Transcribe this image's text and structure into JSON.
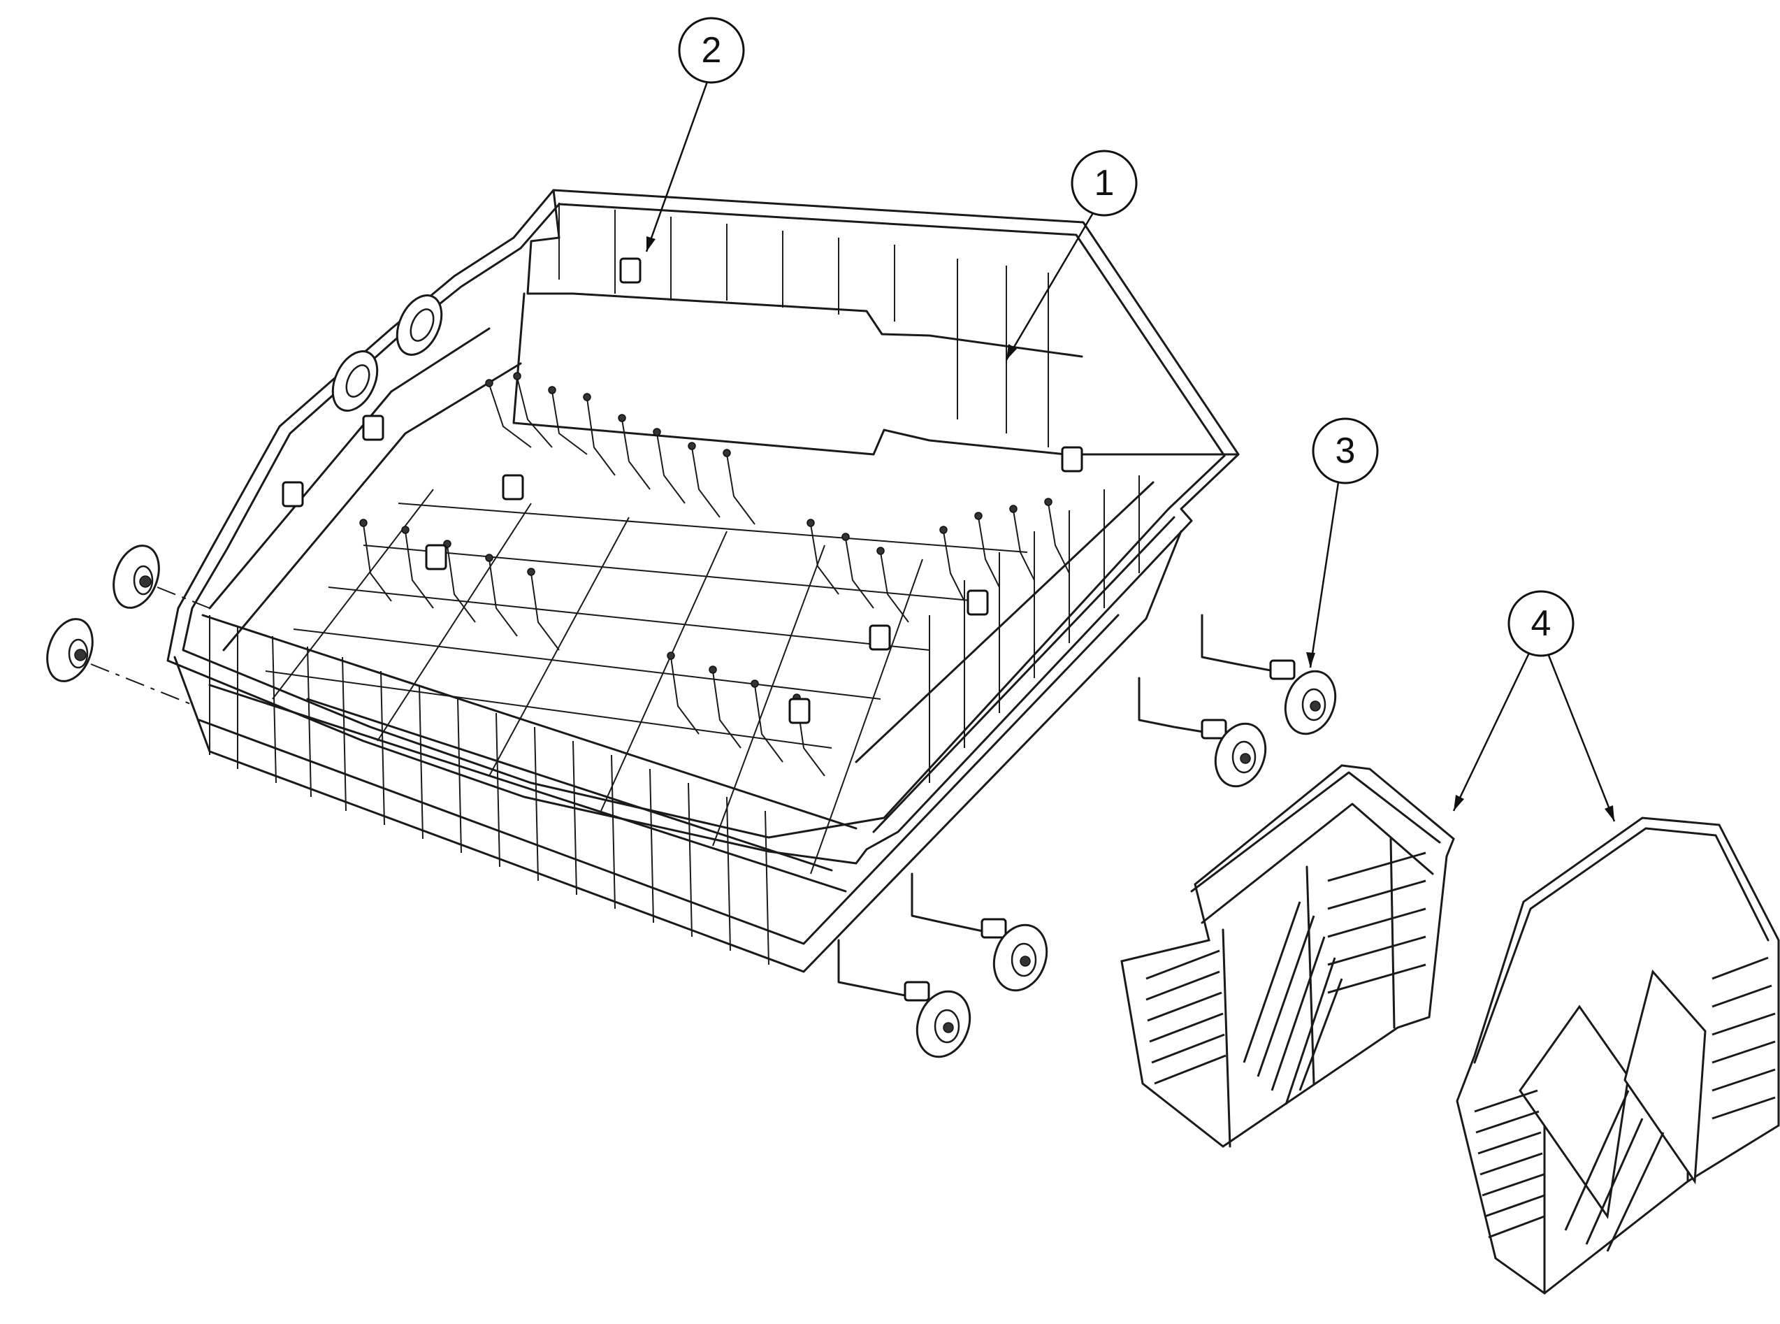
{
  "callouts": [
    {
      "id": "callout-1",
      "label": "1"
    },
    {
      "id": "callout-2",
      "label": "2"
    },
    {
      "id": "callout-3",
      "label": "3"
    },
    {
      "id": "callout-4",
      "label": "4"
    }
  ],
  "colors": {
    "line": "#1a1a1a",
    "background": "#ffffff"
  }
}
